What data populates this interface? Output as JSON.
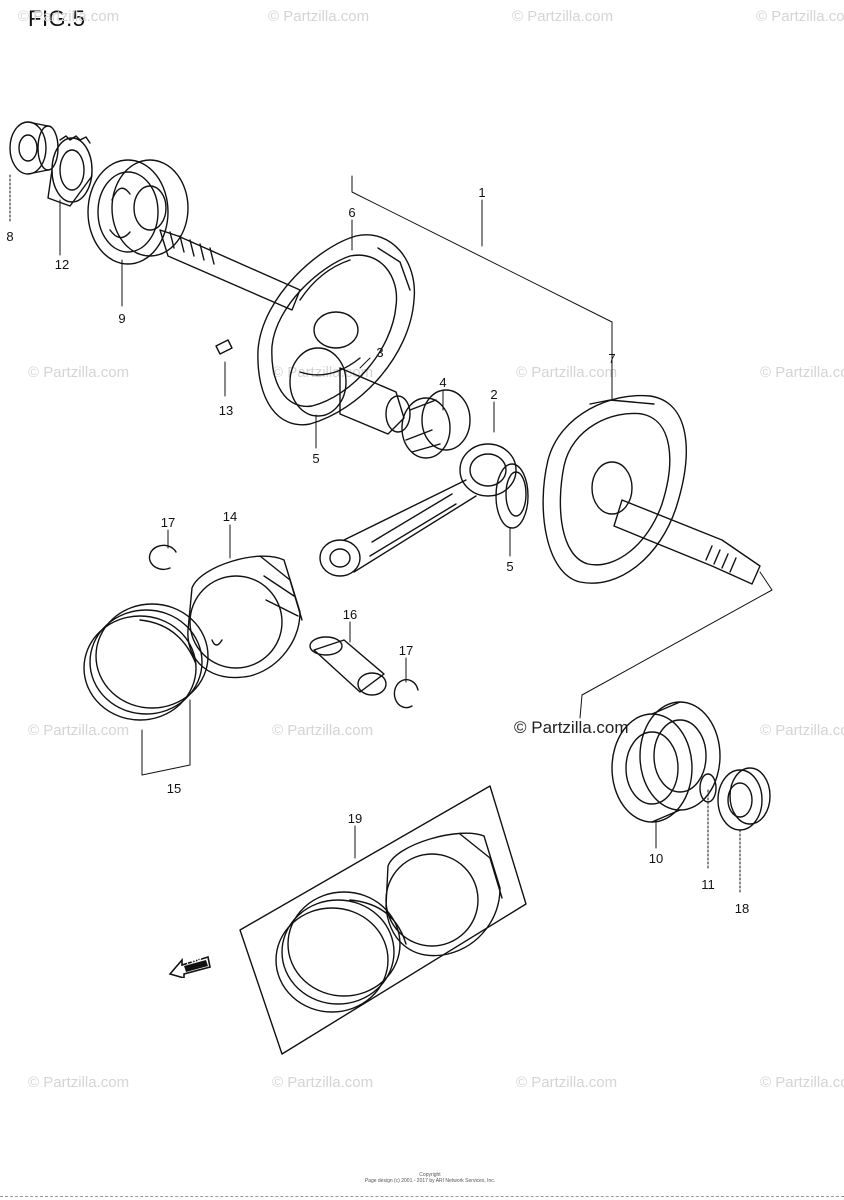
{
  "figure": {
    "title": "FIG.5"
  },
  "watermark": {
    "text": "© Partzilla.com",
    "main_text": "© Partzilla.com"
  },
  "callouts": [
    "1",
    "2",
    "3",
    "4",
    "5",
    "5",
    "6",
    "7",
    "8",
    "9",
    "10",
    "11",
    "12",
    "13",
    "14",
    "15",
    "16",
    "17",
    "17",
    "18",
    "19"
  ],
  "fwd": {
    "label": "FWD"
  },
  "footer": {
    "line1": "Copyright",
    "line2": "Page design (c) 2001 - 2017 by ARI Network Services, Inc."
  }
}
